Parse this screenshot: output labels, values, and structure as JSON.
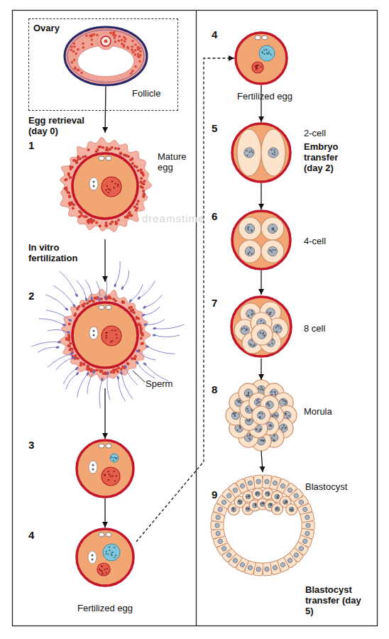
{
  "diagram": {
    "nodes": [
      {
        "text": [
          "Ovary"
        ]
      },
      {
        "text": [
          "Follicle"
        ],
        "in": 0
      },
      {
        "text": [
          "1",
          "Mature egg"
        ]
      },
      {
        "text": [
          "2",
          "Sperm"
        ]
      },
      {
        "text": [
          "3"
        ]
      },
      {
        "text": [
          "4",
          "Fertilized egg"
        ]
      },
      {
        "text": [
          "4",
          "Fertilized egg"
        ]
      },
      {
        "text": [
          "5",
          "2-cell",
          "Embryo transfer (day 2)"
        ]
      },
      {
        "text": [
          "6",
          "4-cell"
        ]
      },
      {
        "text": [
          "7",
          "8 cell"
        ]
      },
      {
        "text": [
          "8",
          "Morula"
        ]
      },
      {
        "text": [
          "9",
          "Blastocyst",
          "Blastocyst transfer (day 5)"
        ]
      }
    ],
    "edges": [
      {
        "from": 1,
        "to": 2,
        "label": "Egg retrieval (day 0)",
        "arrow": "to"
      },
      {
        "from": 2,
        "to": 3,
        "label": "In vitro fertilization",
        "arrow": "to"
      },
      {
        "from": 3,
        "to": 4,
        "arrow": "to"
      },
      {
        "from": 4,
        "to": 5,
        "arrow": "to"
      },
      {
        "from": 5,
        "to": 6,
        "arrow": "to"
      },
      {
        "from": 6,
        "to": 7,
        "arrow": "to"
      },
      {
        "from": 7,
        "to": 8,
        "arrow": "to"
      },
      {
        "from": 8,
        "to": 9,
        "arrow": "to"
      },
      {
        "from": 9,
        "to": 10,
        "arrow": "to"
      },
      {
        "from": 10,
        "to": 11,
        "arrow": "to"
      }
    ],
    "labels": [
      "dreamstime"
    ]
  }
}
